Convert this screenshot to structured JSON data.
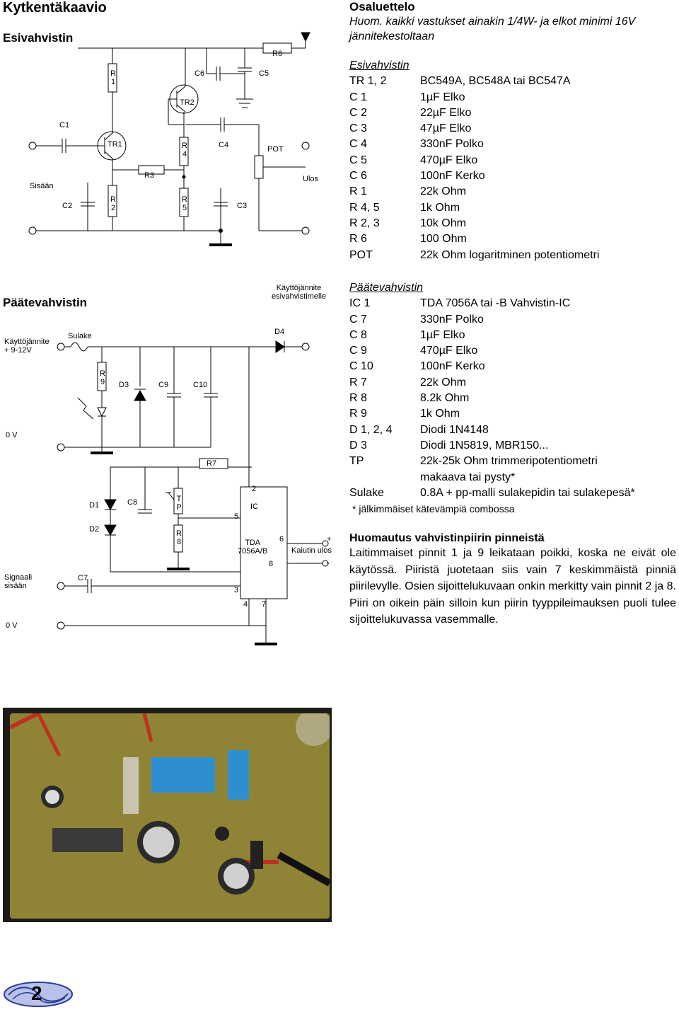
{
  "page": {
    "title": "Kytkentäkaavio",
    "page_number": "2"
  },
  "preamp_schematic": {
    "section_title": "Esivahvistin",
    "labels": {
      "input": "Sisään",
      "output": "Ulos",
      "c1": "C1",
      "c2": "C2",
      "c3": "C3",
      "c4": "C4",
      "c5": "C5",
      "c6": "C6",
      "r1": "R\n1",
      "r2": "R\n2",
      "r3": "R3",
      "r4": "R\n4",
      "r5": "R\n5",
      "r6": "R6",
      "tr1": "TR1",
      "tr2": "TR2",
      "pot": "POT"
    }
  },
  "poweramp_schematic": {
    "section_title": "Päätevahvistin",
    "labels": {
      "supply": "Käyttöjännite\n+ 9-12V",
      "fuse": "Sulake",
      "zero_v_top": "0 V",
      "signal_in": "Signaali\nsisään",
      "zero_v_bottom": "0 V",
      "preamp_supply": "Käyttöjännite\nesivahvistimelle",
      "r9": "R\n9",
      "r8": "R\n8",
      "r7": "R7",
      "tp": "T\nP",
      "d1": "D1",
      "d2": "D2",
      "d3": "D3",
      "d4": "D4",
      "c7": "C7",
      "c8": "C8",
      "c9": "C9",
      "c10": "C10",
      "ic": "IC",
      "ic_name": "TDA\n7056A/B",
      "pin2": "2",
      "pin5": "5",
      "pin6": "6",
      "pin8": "8",
      "pin3": "3",
      "pin4": "4",
      "pin7": "7",
      "speaker": "Kaiutin ulos",
      "plus": "+",
      "minus": "-"
    }
  },
  "parts_list": {
    "title": "Osaluettelo",
    "note": "Huom. kaikki vastukset ainakin 1/4W- ja elkot minimi 16V jännitekestoltaan",
    "preamp_heading": "Esivahvistin",
    "preamp_items": [
      {
        "ref": "TR 1, 2",
        "value": "BC549A, BC548A tai BC547A"
      },
      {
        "ref": "C 1",
        "value": "1µF Elko"
      },
      {
        "ref": "C 2",
        "value": "22µF Elko"
      },
      {
        "ref": "C 3",
        "value": "47µF Elko"
      },
      {
        "ref": "C 4",
        "value": "330nF Polko"
      },
      {
        "ref": "C 5",
        "value": "470µF Elko"
      },
      {
        "ref": "C 6",
        "value": "100nF Kerko"
      },
      {
        "ref": "R 1",
        "value": "22k Ohm"
      },
      {
        "ref": "R 4, 5",
        "value": "1k Ohm"
      },
      {
        "ref": "R 2, 3",
        "value": "10k Ohm"
      },
      {
        "ref": "R 6",
        "value": "100 Ohm"
      },
      {
        "ref": "POT",
        "value": "22k Ohm logaritminen potentiometri"
      }
    ],
    "poweramp_heading": "Päätevahvistin",
    "poweramp_items": [
      {
        "ref": "IC 1",
        "value": "TDA 7056A tai -B Vahvistin-IC"
      },
      {
        "ref": "C 7",
        "value": "330nF Polko"
      },
      {
        "ref": "C 8",
        "value": "1µF Elko"
      },
      {
        "ref": "C 9",
        "value": "470µF Elko"
      },
      {
        "ref": "C 10",
        "value": "100nF Kerko"
      },
      {
        "ref": "R 7",
        "value": "22k Ohm"
      },
      {
        "ref": "R 8",
        "value": "8.2k Ohm"
      },
      {
        "ref": "R 9",
        "value": "1k Ohm"
      },
      {
        "ref": "D 1, 2, 4",
        "value": "Diodi  1N4148"
      },
      {
        "ref": "D 3",
        "value": "Diodi  1N5819, MBR150..."
      },
      {
        "ref": "TP",
        "value": "22k-25k Ohm trimmeripotentiometri"
      },
      {
        "ref": "",
        "value": "makaava tai pysty*"
      },
      {
        "ref": "Sulake",
        "value": "0.8A + pp-malli sulakepidin tai sulakepesä*"
      }
    ],
    "footnote": "* jälkimmäiset kätevämpiä combossa"
  },
  "pin_note": {
    "title": "Huomautus vahvistinpiirin pinneistä",
    "text": "Laitimmaiset pinnit 1 ja 9 leikataan poikki, koska ne eivät ole käytössä. Piiristä juotetaan siis vain 7 keskimmäistä pinniä piirilevylle. Osien sijoittelukuvaan onkin merkitty vain pinnit 2 ja 8. Piiri on oikein päin silloin kun piirin tyyppileimauksen puoli tulee sijoittelukuvassa vasemmalle."
  }
}
